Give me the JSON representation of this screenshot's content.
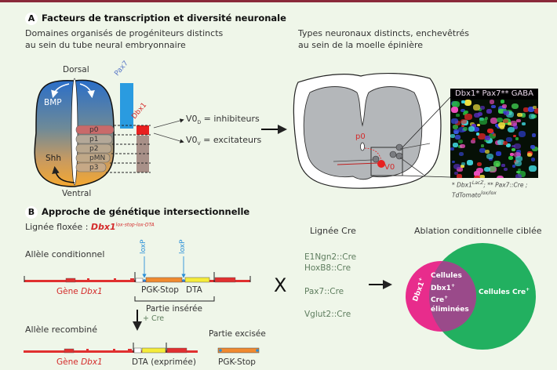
{
  "panel_a": {
    "badge": "A",
    "title": "Facteurs de transcription et diversité neuronale",
    "left_subtitle_1": "Domaines organisés de progéniteurs distincts",
    "left_subtitle_2": "au sein du tube neural embryonnaire",
    "right_subtitle_1": "Types neuronaux distincts, enchevêtrés",
    "right_subtitle_2": "au sein de la moelle épinière",
    "dorsal": "Dorsal",
    "ventral": "Ventral",
    "bmp": "BMP",
    "shh": "Shh",
    "domains": [
      "p0",
      "p1",
      "p2",
      "pMN",
      "p3"
    ],
    "pax7": "Pax7",
    "dbx1": "Dbx1",
    "v0d_main": "V0",
    "v0d_sub": "D",
    "v0d_text": " = inhibiteurs",
    "v0v_main": "V0",
    "v0v_sub": "V",
    "v0v_text": " = excitateurs",
    "cord_p0": "p0",
    "cord_v0": "V0",
    "micro_title": "Dbx1* Pax7** GABA",
    "foot_1a": "* Dbx1",
    "foot_1a_sup": "LacZ",
    "foot_1b": "; ** Pax7::Cre ;",
    "foot_2a": "TdTomato",
    "foot_2a_sup": "lox/lox"
  },
  "panel_b": {
    "badge": "B",
    "title": "Approche de génétique intersectionnelle",
    "floxed_label": "Lignée floxée : ",
    "floxed_gene": "Dbx1",
    "floxed_sup": "lox-stop-lox-DTA",
    "conditional_allele": "Allèle conditionnel",
    "loxp_1": "loxP",
    "loxp_2": "loxP",
    "gene_label": "Gène ",
    "gene_name": "Dbx1",
    "pgk_stop": "PGK-Stop",
    "dta": "DTA",
    "inserted": "Partie insérée",
    "plus_cre": "+ Cre",
    "recombined_allele": "Allèle recombiné",
    "gene_label_2": "Gène ",
    "gene_name_2": "Dbx1",
    "dta_expressed": "DTA (exprimée)",
    "excised": "Partie excisée",
    "pgk_stop_2": "PGK-Stop",
    "cross": "X",
    "cre_line_title": "Lignée Cre",
    "cre_lines": [
      "E1Ngn2::Cre",
      "HoxB8::Cre",
      "Pax7::Cre",
      "Vglut2::Cre"
    ],
    "ablation_title": "Ablation conditionnelle ciblée",
    "venn_dbx1": "Dbx1",
    "venn_intersection": [
      "Cellules",
      "Dbx1",
      "Cre",
      "éliminées"
    ],
    "venn_cre": "Cellules Cre",
    "plus_sign": "+"
  },
  "colors": {
    "background": "#eff6e9",
    "top_bar": "#8a2a3a",
    "gene_red": "#e03030",
    "pgk_orange": "#f08a30",
    "dta_yellow": "#f5ec3a",
    "loxp_blue": "#2a8fd8",
    "pax7_blue": "#2a9be0",
    "dbx1_red": "#e82020",
    "cre_green": "#22b060",
    "dbx1_magenta": "#e82c8c",
    "intersection_purple": "#9a4a8a",
    "cre_text_green": "#5e7d5e"
  }
}
